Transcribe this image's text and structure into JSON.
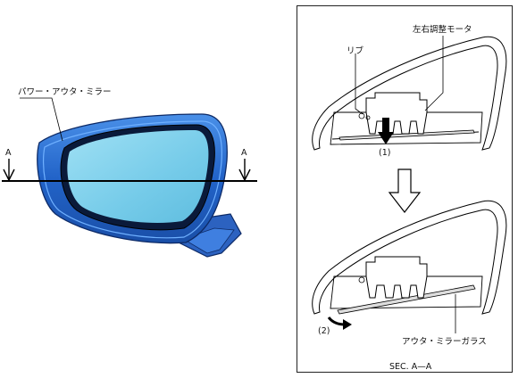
{
  "left_view": {
    "power_outer_mirror_label": "パワー・アウタ・ミラー",
    "section_mark_left": "A",
    "section_mark_right": "A",
    "mirror_body_color": "#2b6fd0",
    "mirror_glass_color": "#7fd3ee"
  },
  "section_view": {
    "lr_motor_label": "左右調整モータ",
    "rib_label": "リブ",
    "step1_label": "(1)",
    "step2_label": "(2)",
    "outer_mirror_glass_label": "アウタ・ミラーガラス",
    "section_caption": "SEC. A—A"
  }
}
